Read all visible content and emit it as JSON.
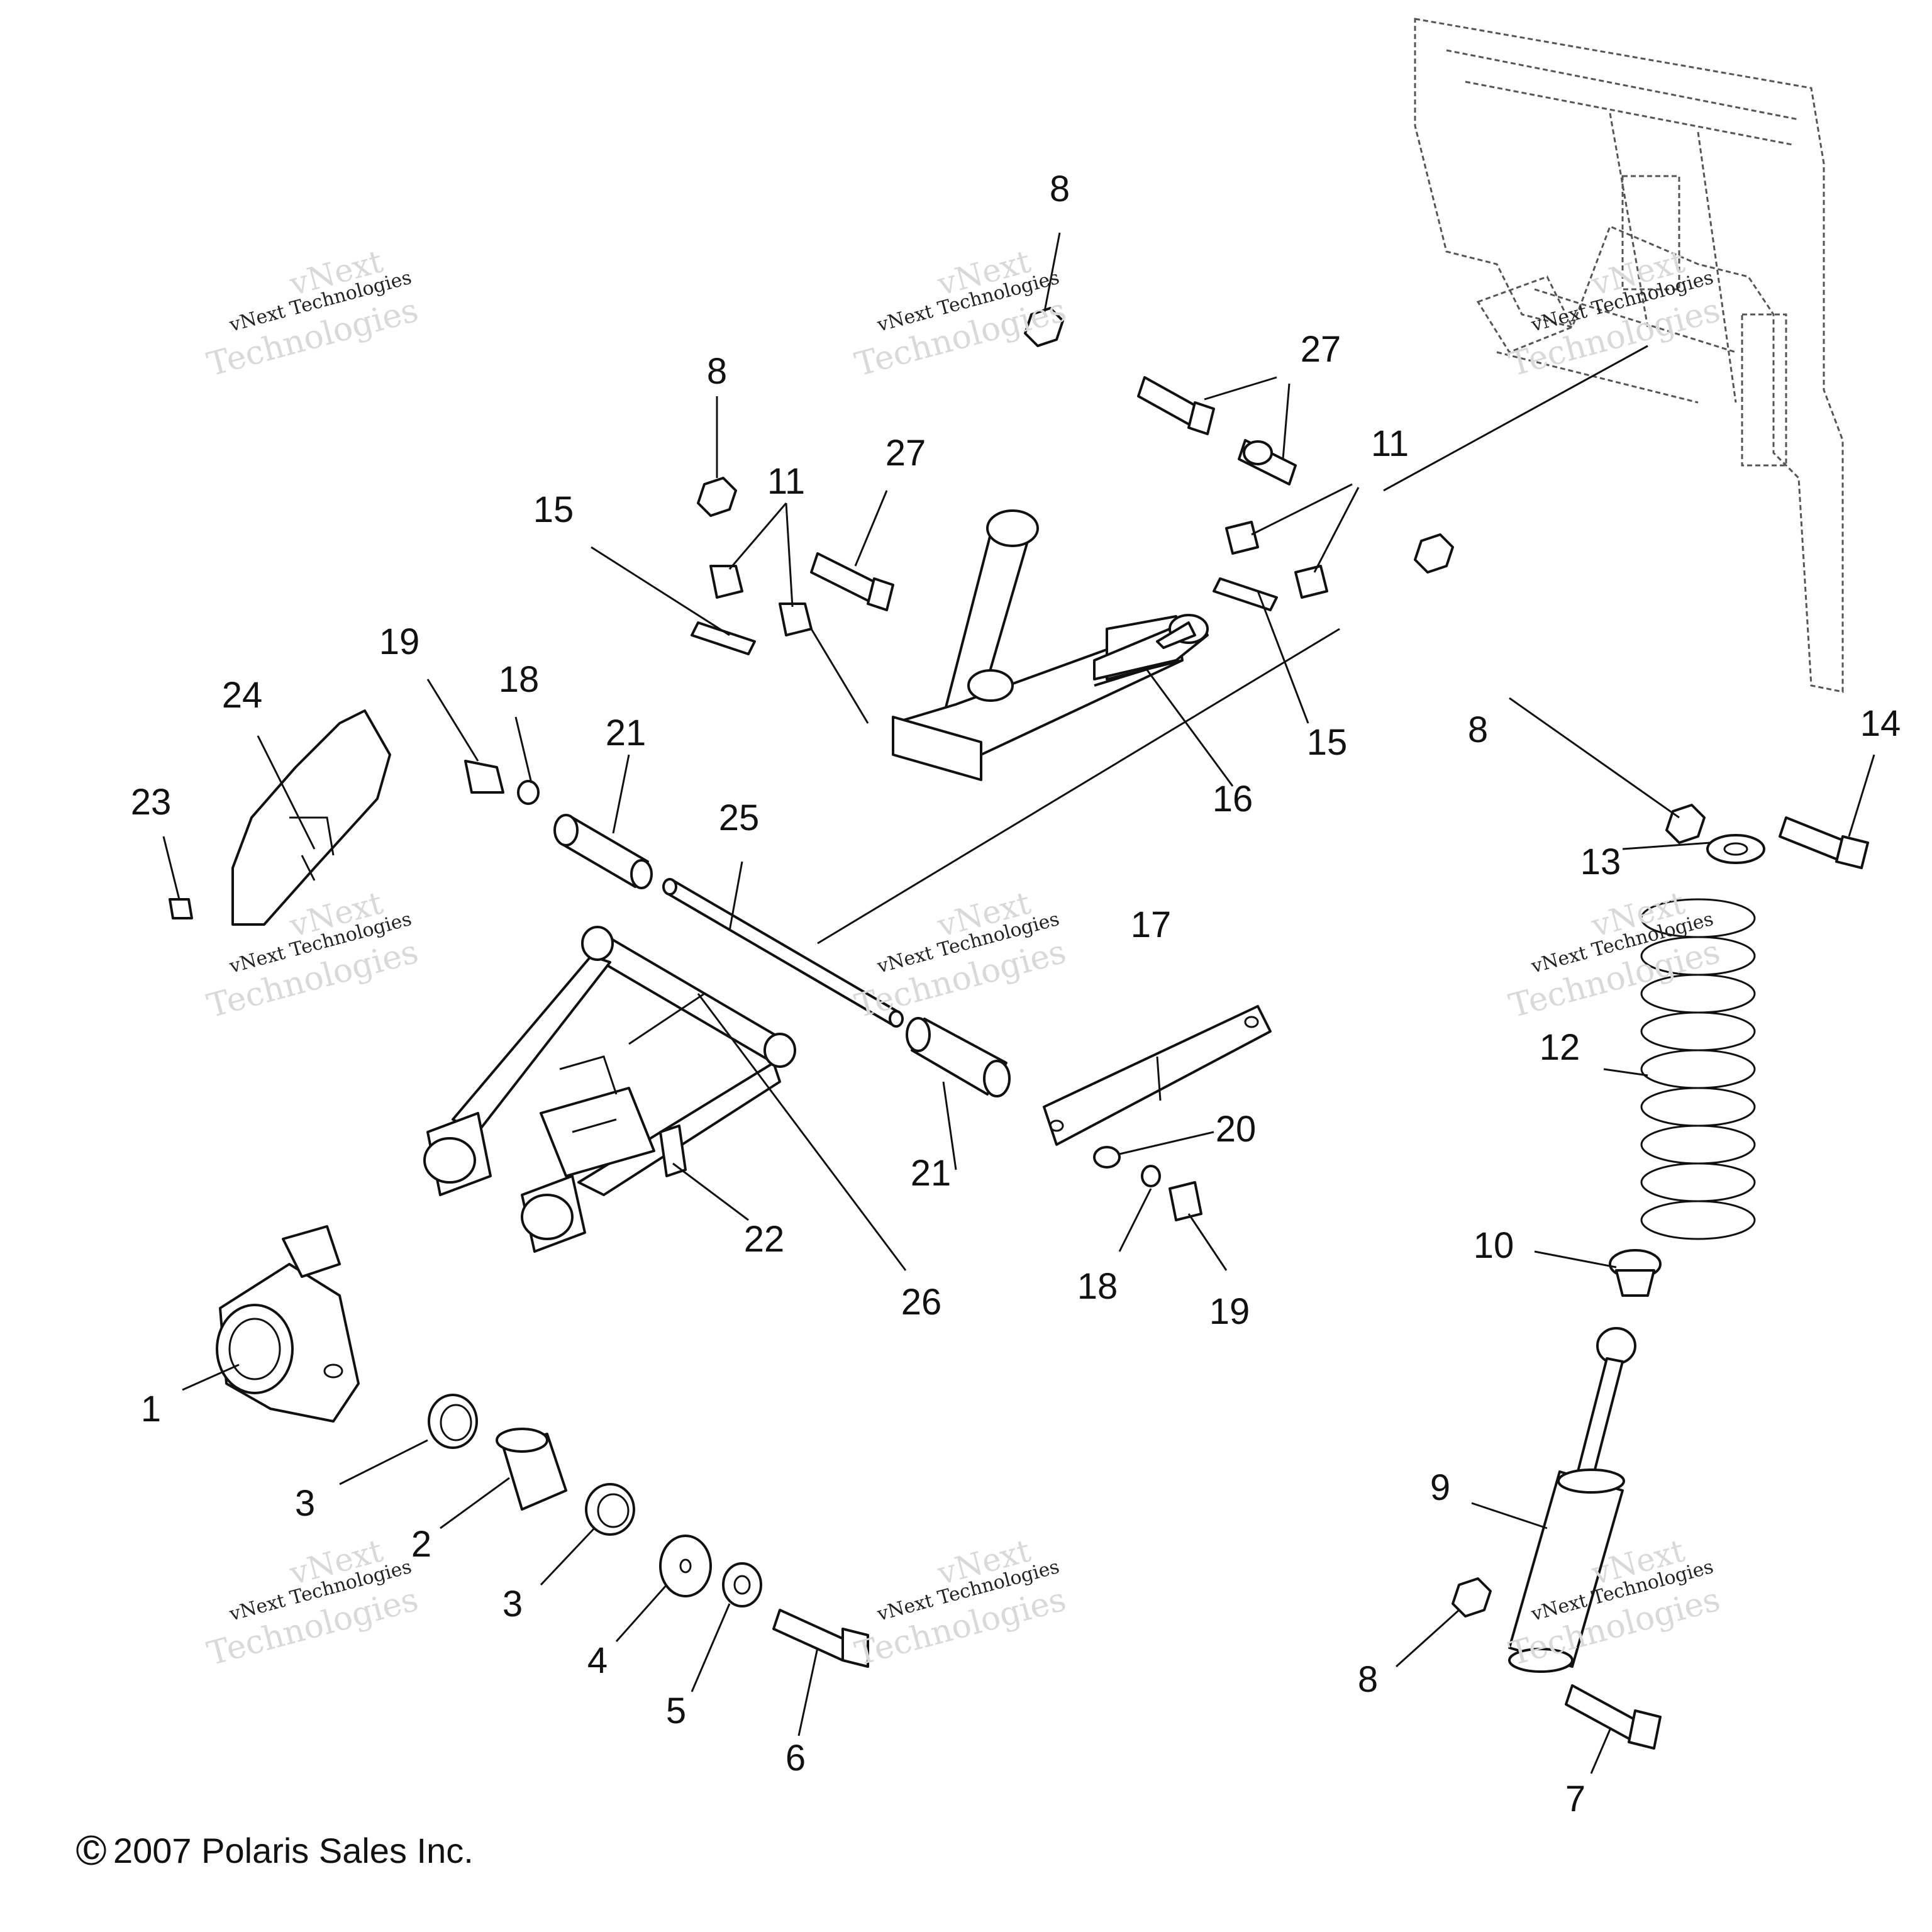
{
  "callouts": [
    "8",
    "8",
    "27",
    "27",
    "11",
    "11",
    "15",
    "15",
    "19",
    "18",
    "21",
    "25",
    "16",
    "8",
    "24",
    "23",
    "14",
    "13",
    "17",
    "12",
    "20",
    "21",
    "22",
    "26",
    "18",
    "19",
    "10",
    "1",
    "3",
    "2",
    "3",
    "4",
    "5",
    "6",
    "9",
    "8",
    "7"
  ],
  "watermark": {
    "line1": "vNext",
    "line2": "vNext Technologies",
    "line3": "Technologies"
  },
  "copyright": "2007 Polaris Sales Inc.",
  "copyright_symbol": "c"
}
